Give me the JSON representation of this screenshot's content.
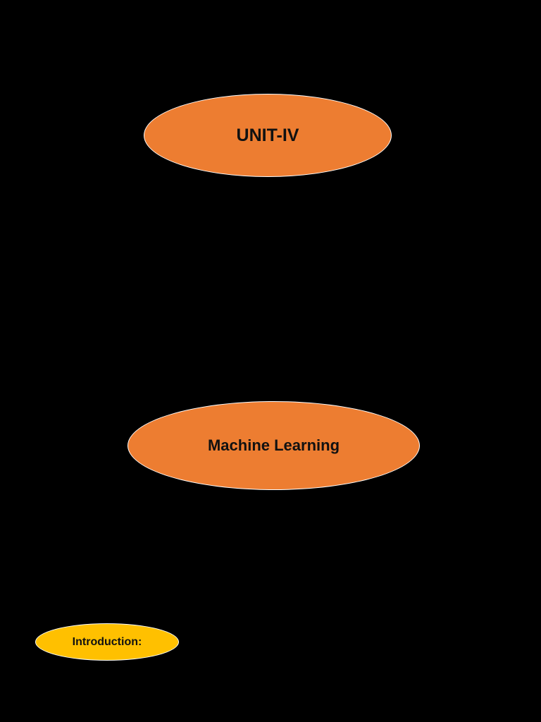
{
  "heading": {
    "unit_label": "UNIT-IV",
    "topic_label": "Machine Learning"
  },
  "section": {
    "intro_label": "Introduction:"
  },
  "colors": {
    "background": "#000000",
    "heading_fill": "#ed7d31",
    "section_fill": "#ffc000",
    "text": "#111111"
  }
}
